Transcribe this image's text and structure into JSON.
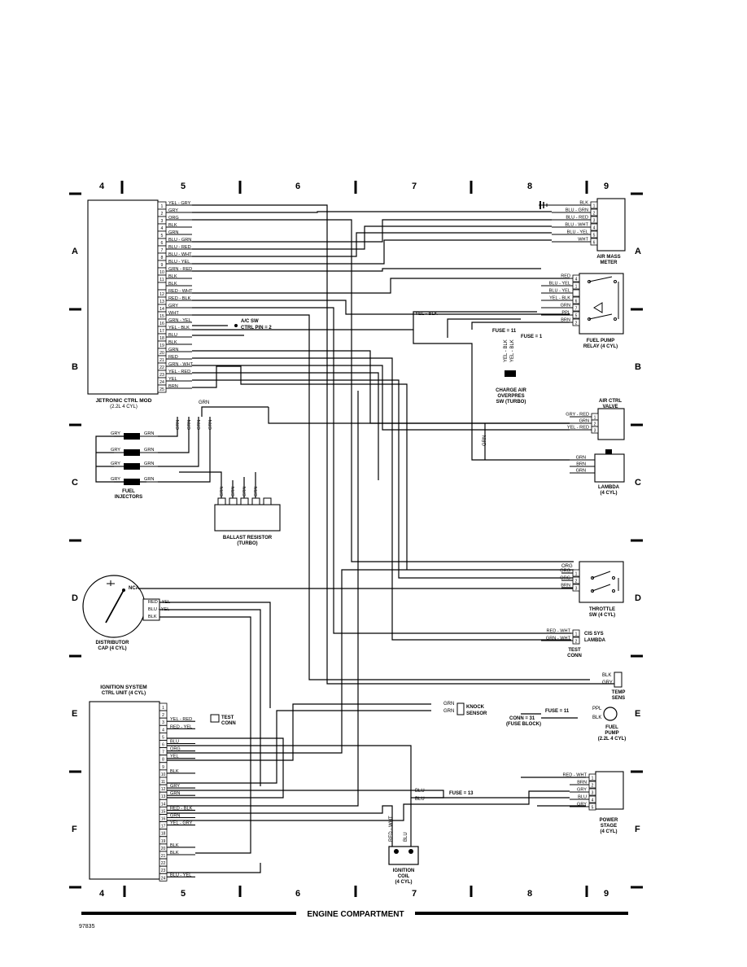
{
  "grid": {
    "top_numbers": [
      "4",
      "5",
      "6",
      "7",
      "8",
      "9"
    ],
    "bottom_numbers": [
      "4",
      "5",
      "6",
      "7",
      "8",
      "9"
    ],
    "left_letters": [
      "A",
      "B",
      "C",
      "D",
      "E",
      "F"
    ],
    "right_letters": [
      "A",
      "B",
      "C",
      "D",
      "E",
      "F"
    ]
  },
  "jetronic": {
    "title": "JETRONIC CTRL MOD",
    "subtitle": "(2.2L 4 CYL)",
    "pins": [
      {
        "n": "1",
        "wire": "YEL - GRY"
      },
      {
        "n": "2",
        "wire": "GRY"
      },
      {
        "n": "3",
        "wire": "ORG"
      },
      {
        "n": "4",
        "wire": "BLK"
      },
      {
        "n": "5",
        "wire": "GRN"
      },
      {
        "n": "6",
        "wire": "BLU - GRN"
      },
      {
        "n": "7",
        "wire": "BLU - RED"
      },
      {
        "n": "8",
        "wire": "BLU - WHT"
      },
      {
        "n": "9",
        "wire": "BLU - YEL"
      },
      {
        "n": "10",
        "wire": "GRN - RED"
      },
      {
        "n": "11",
        "wire": "BLK"
      },
      {
        "n": "",
        "wire": "BLK"
      },
      {
        "n": "12",
        "wire": "RED - WHT"
      },
      {
        "n": "13",
        "wire": "RED - BLK"
      },
      {
        "n": "14",
        "wire": "GRY"
      },
      {
        "n": "15",
        "wire": "WHT"
      },
      {
        "n": "16",
        "wire": "GRN - YEL"
      },
      {
        "n": "17",
        "wire": "YEL - BLK"
      },
      {
        "n": "18",
        "wire": "BLU"
      },
      {
        "n": "19",
        "wire": "BLK"
      },
      {
        "n": "20",
        "wire": "GRN"
      },
      {
        "n": "21",
        "wire": "RED"
      },
      {
        "n": "22",
        "wire": "GRN - WHT"
      },
      {
        "n": "23",
        "wire": "YEL - RED"
      },
      {
        "n": "24",
        "wire": "YEL"
      },
      {
        "n": "25",
        "wire": "BRN"
      }
    ]
  },
  "ac_sw": {
    "line1": "A/C SW",
    "line2": "CTRL PIN = 2"
  },
  "air_mass_meter": {
    "title_line1": "AIR MASS",
    "title_line2": "METER",
    "pins": [
      {
        "n": "1",
        "wire": "BLK"
      },
      {
        "n": "2",
        "wire": "BLU - GRN"
      },
      {
        "n": "3",
        "wire": "BLU - RED"
      },
      {
        "n": "4",
        "wire": "BLU - WHT"
      },
      {
        "n": "5",
        "wire": "BLU - YEL"
      },
      {
        "n": "6",
        "wire": "WHT"
      }
    ]
  },
  "fuel_pump_relay": {
    "title_line1": "FUEL PUMP",
    "title_line2": "RELAY (4 CYL)",
    "pins": [
      {
        "n": "4",
        "wire": "RED"
      },
      {
        "n": "1",
        "wire": "BLU - YEL"
      },
      {
        "n": "",
        "wire": "BLU - YEL"
      },
      {
        "n": "6",
        "wire": "YEL - BLK"
      },
      {
        "n": "7",
        "wire": "GRN"
      },
      {
        "n": "5",
        "wire": "PPL"
      },
      {
        "n": "2",
        "wire": "BRN"
      }
    ],
    "extra_wire": "YEL - BLK",
    "fuse_a": "FUSE = 11",
    "fuse_b": "FUSE = 1"
  },
  "charge_air": {
    "line1": "CHARGE AIR",
    "line2": "OVERPRES",
    "line3": "SW (TURBO)",
    "wire1": "YEL - BLK",
    "wire2": "YEL - BLK"
  },
  "air_ctrl_valve": {
    "title_line1": "AIR CTRL",
    "title_line2": "VALVE",
    "pins": [
      {
        "n": "1",
        "wire": "GRY - RED"
      },
      {
        "n": "2",
        "wire": "GRN"
      },
      {
        "n": "3",
        "wire": "YEL - RED"
      }
    ]
  },
  "lambda": {
    "title_line1": "LAMBDA",
    "title_line2": "(4 CYL)",
    "wires": [
      "GRN",
      "BRN",
      "GRN"
    ],
    "vert_wire": "GRN"
  },
  "injectors": {
    "title_line1": "FUEL",
    "title_line2": "INJECTORS",
    "rows": [
      {
        "left": "GRY",
        "right": "GRN"
      },
      {
        "left": "GRY",
        "right": "GRN"
      },
      {
        "left": "GRY",
        "right": "GRN"
      },
      {
        "left": "GRY",
        "right": "GRN"
      }
    ],
    "vert_labels": [
      "GRN",
      "GRN",
      "GRN",
      "GRN"
    ],
    "top_label": "GRN"
  },
  "ballast": {
    "title_line1": "BALLAST RESISTOR",
    "title_line2": "(TURBO)",
    "wires": [
      "GRN",
      "GRN",
      "GRN",
      "GRN"
    ]
  },
  "throttle": {
    "title_line1": "THROTTLE",
    "title_line2": "SW (4 CYL)",
    "pins": [
      {
        "n": "1",
        "wire": "ORG"
      },
      {
        "n": "2",
        "wire": "ORG"
      },
      {
        "n": "3",
        "wire": "BRN"
      }
    ],
    "extra": "ORG"
  },
  "distributor": {
    "title_line1": "DISTRIBUTOR",
    "title_line2": "CAP (4 CYL)",
    "nca": "NCA",
    "wires": [
      "RED - YEL",
      "BLU - YEL",
      "BLK"
    ]
  },
  "test_conn": {
    "title_line1": "TEST",
    "title_line2": "CONN",
    "side_line1": "CIS SYS",
    "side_line2": "LAMBDA",
    "pins": [
      {
        "n": "1",
        "wire": "RED - WHT"
      },
      {
        "n": "2",
        "wire": "GRN - WHT"
      }
    ]
  },
  "temp_sens": {
    "title_line1": "TEMP",
    "title_line2": "SENS",
    "wires": [
      "BLK",
      "GRY"
    ]
  },
  "ignition_ctrl": {
    "title_line1": "IGNITION SYSTEM",
    "title_line2": "CTRL UNIT (4 CYL)",
    "pins": [
      {
        "n": "1",
        "wire": ""
      },
      {
        "n": "2",
        "wire": ""
      },
      {
        "n": "3",
        "wire": "YEL - RED"
      },
      {
        "n": "4",
        "wire": "RED - YEL"
      },
      {
        "n": "5",
        "wire": ""
      },
      {
        "n": "6",
        "wire": "BLU"
      },
      {
        "n": "7",
        "wire": "ORG"
      },
      {
        "n": "8",
        "wire": "YEL"
      },
      {
        "n": "9",
        "wire": ""
      },
      {
        "n": "10",
        "wire": "BLK"
      },
      {
        "n": "11",
        "wire": ""
      },
      {
        "n": "12",
        "wire": "GRY"
      },
      {
        "n": "13",
        "wire": "GRN"
      },
      {
        "n": "14",
        "wire": ""
      },
      {
        "n": "15",
        "wire": "RED - BLK"
      },
      {
        "n": "16",
        "wire": "GRN"
      },
      {
        "n": "17",
        "wire": "YEL - GRY"
      },
      {
        "n": "18",
        "wire": ""
      },
      {
        "n": "19",
        "wire": ""
      },
      {
        "n": "20",
        "wire": "BLK"
      },
      {
        "n": "21",
        "wire": "BLK"
      },
      {
        "n": "22",
        "wire": ""
      },
      {
        "n": "23",
        "wire": ""
      },
      {
        "n": "24",
        "wire": "BLU - YEL"
      }
    ],
    "test_conn_line1": "TEST",
    "test_conn_line2": "CONN"
  },
  "knock_sensor": {
    "line1": "KNOCK",
    "line2": "SENSOR",
    "wires": [
      "GRN",
      "GRN"
    ]
  },
  "fuel_pump": {
    "title_line1": "FUEL",
    "title_line2": "PUMP",
    "title_line3": "(2.2L 4 CYL)",
    "fuse": "FUSE = 11",
    "conn_line1": "CONN = 31",
    "conn_line2": "(FUSE BLOCK)",
    "wires": [
      "PPL",
      "BLK"
    ]
  },
  "power_stage": {
    "title_line1": "POWER",
    "title_line2": "STAGE",
    "title_line3": "(4 CYL)",
    "pins": [
      {
        "n": "1",
        "wire": "RED - WHT"
      },
      {
        "n": "2",
        "wire": "BRN"
      },
      {
        "n": "3",
        "wire": "GRY"
      },
      {
        "n": "4",
        "wire": "BLU"
      },
      {
        "n": "5",
        "wire": "GRY"
      }
    ]
  },
  "ignition_coil": {
    "title_line1": "IGNITION",
    "title_line2": "COIL",
    "title_line3": "(4 CYL)",
    "wire_a": "RED - WHT",
    "wire_b": "BLU",
    "blu1": "BLU",
    "blu2": "BLU",
    "fuse": "FUSE = 13"
  },
  "footer": {
    "title": "ENGINE COMPARTMENT",
    "code": "97835"
  }
}
